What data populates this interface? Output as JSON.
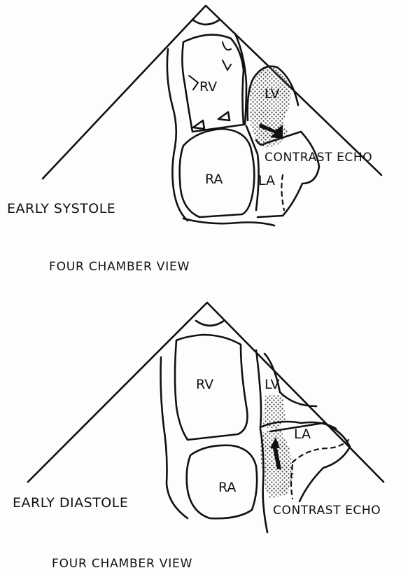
{
  "panels": [
    {
      "labels": {
        "rv": "RV",
        "lv": "LV",
        "ra": "RA",
        "la": "LA"
      },
      "contrast_label": "CONTRAST ECHO",
      "phase": "EARLY SYSTOLE",
      "caption": "FOUR CHAMBER VIEW"
    },
    {
      "labels": {
        "rv": "RV",
        "lv": "LV",
        "ra": "RA",
        "la": "LA"
      },
      "contrast_label": "CONTRAST ECHO",
      "phase": "EARLY DIASTOLE",
      "caption": "FOUR CHAMBER VIEW"
    }
  ],
  "colors": {
    "ink": "#111111",
    "paper": "#fdfdfd",
    "stipple": "#444444"
  }
}
